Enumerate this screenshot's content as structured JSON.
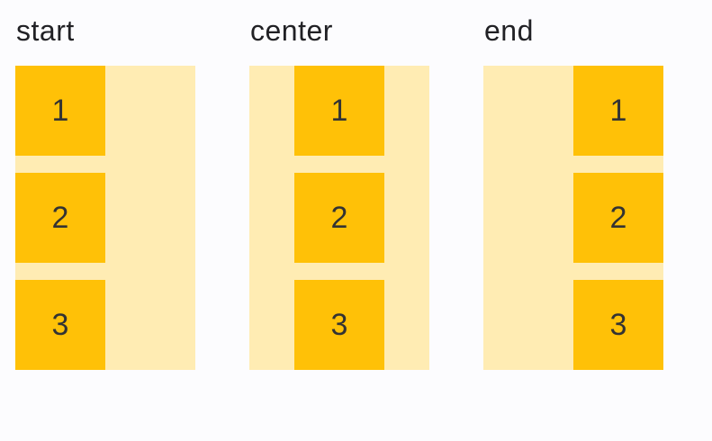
{
  "colors": {
    "bg": "#fcfcfe",
    "container_bg": "#ffecb3",
    "item_bg": "#ffc107",
    "label_text": "#212125",
    "item_text": "#333333"
  },
  "groups": [
    {
      "label": "start",
      "alignment": "start",
      "items": [
        "1",
        "2",
        "3"
      ]
    },
    {
      "label": "center",
      "alignment": "center",
      "items": [
        "1",
        "2",
        "3"
      ]
    },
    {
      "label": "end",
      "alignment": "end",
      "items": [
        "1",
        "2",
        "3"
      ]
    }
  ]
}
